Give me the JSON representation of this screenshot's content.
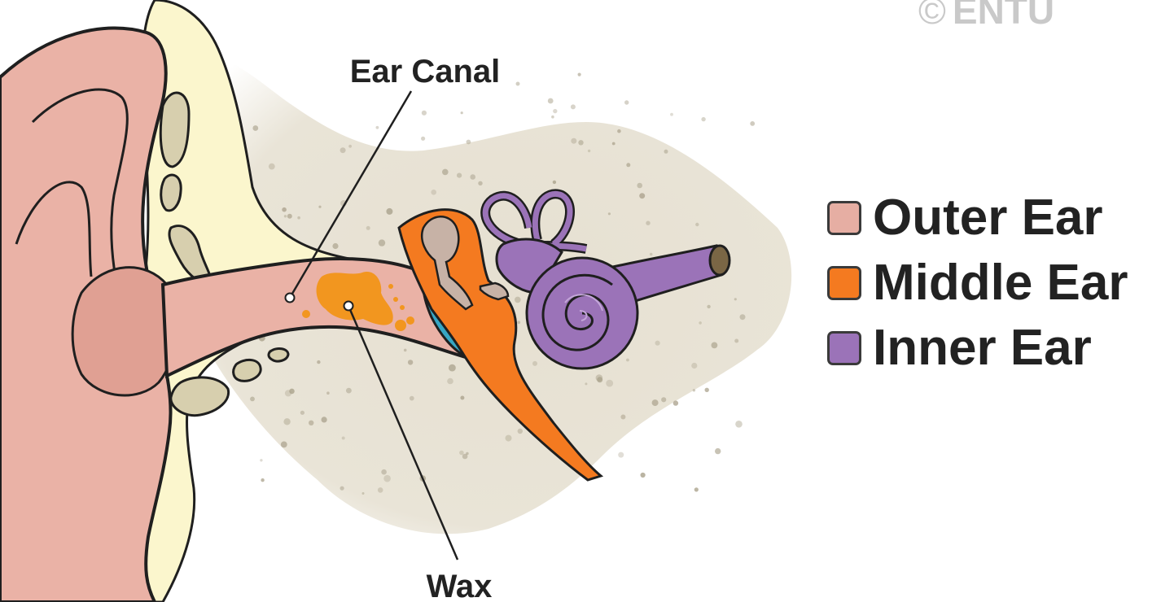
{
  "labels": {
    "ear_canal": "Ear Canal",
    "wax": "Wax"
  },
  "legend": [
    {
      "label": "Outer Ear",
      "color": "#e6aea3"
    },
    {
      "label": "Middle Ear",
      "color": "#f47a20"
    },
    {
      "label": "Inner Ear",
      "color": "#9b73b8"
    }
  ],
  "watermark": {
    "symbol": "©",
    "text": "ENTU"
  },
  "colors": {
    "skin": "#eab2a6",
    "cartilage": "#fbf6cd",
    "bone": "#e5dfd0",
    "bone_dots": "#a9a18b",
    "wax": "#f2961f",
    "eardrum": "#37a6c4",
    "ossicles": "#c7b2a6"
  }
}
